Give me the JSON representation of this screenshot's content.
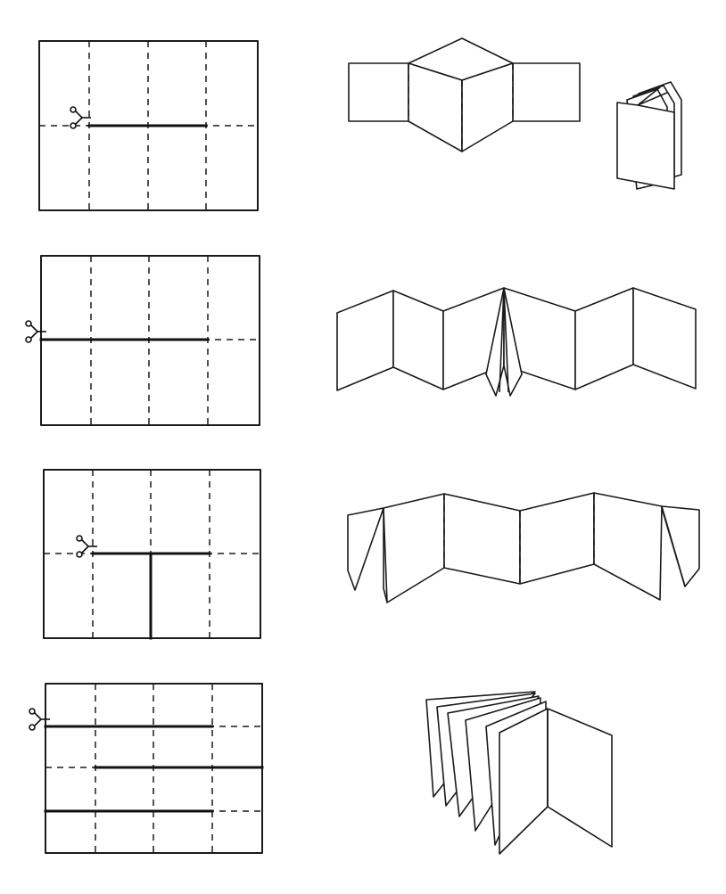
{
  "figure": {
    "rows": [
      {
        "id": "row-1",
        "cuts": [
          "center-horizontal-short"
        ],
        "result": "zigzag-with-booklet"
      },
      {
        "id": "row-2",
        "cuts": [
          "center-horizontal-from-left-edge"
        ],
        "result": "accordion-with-center-point"
      },
      {
        "id": "row-3",
        "cuts": [
          "center-horizontal",
          "center-vertical-lower"
        ],
        "result": "accordion-with-side-flaps"
      },
      {
        "id": "row-4",
        "cuts": [
          "upper-horizontal-from-left",
          "middle-horizontal-to-right",
          "lower-horizontal-from-left"
        ],
        "result": "multi-page-booklet"
      }
    ],
    "icons": [
      "scissors-icon"
    ],
    "colors": {
      "line": "#1a1a1a",
      "background": "#ffffff"
    }
  }
}
